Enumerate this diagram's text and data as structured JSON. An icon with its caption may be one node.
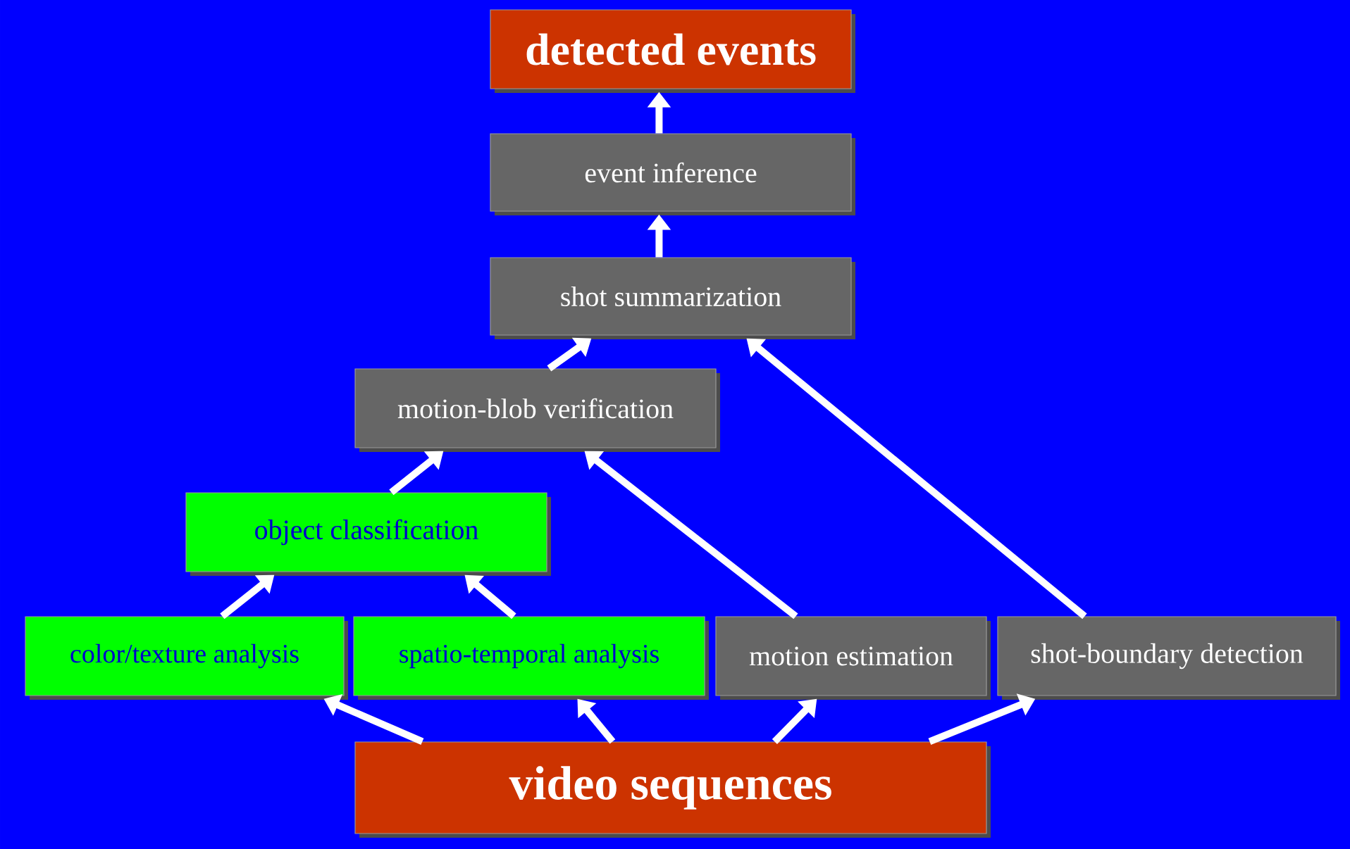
{
  "diagram": {
    "nodes": [
      {
        "text": [
          "detected events"
        ]
      },
      {
        "text": [
          "event inference"
        ]
      },
      {
        "text": [
          "shot summarization"
        ]
      },
      {
        "text": [
          "motion-blob verification"
        ]
      },
      {
        "text": [
          "object classification"
        ]
      },
      {
        "text": [
          "color/texture analysis"
        ]
      },
      {
        "text": [
          "spatio-temporal analysis"
        ]
      },
      {
        "text": [
          "motion estimation"
        ]
      },
      {
        "text": [
          "shot-boundary detection"
        ]
      },
      {
        "text": [
          "video sequences"
        ]
      }
    ],
    "edges": [
      {
        "from": 9,
        "to": 5,
        "arrow": "to"
      },
      {
        "from": 9,
        "to": 6,
        "arrow": "to"
      },
      {
        "from": 9,
        "to": 7,
        "arrow": "to"
      },
      {
        "from": 9,
        "to": 8,
        "arrow": "to"
      },
      {
        "from": 5,
        "to": 4,
        "arrow": "to"
      },
      {
        "from": 6,
        "to": 4,
        "arrow": "to"
      },
      {
        "from": 4,
        "to": 3,
        "arrow": "to"
      },
      {
        "from": 7,
        "to": 3,
        "arrow": "to"
      },
      {
        "from": 8,
        "to": 2,
        "arrow": "to"
      },
      {
        "from": 3,
        "to": 2,
        "arrow": "to"
      },
      {
        "from": 2,
        "to": 1,
        "arrow": "to"
      },
      {
        "from": 1,
        "to": 0,
        "arrow": "to"
      }
    ]
  }
}
